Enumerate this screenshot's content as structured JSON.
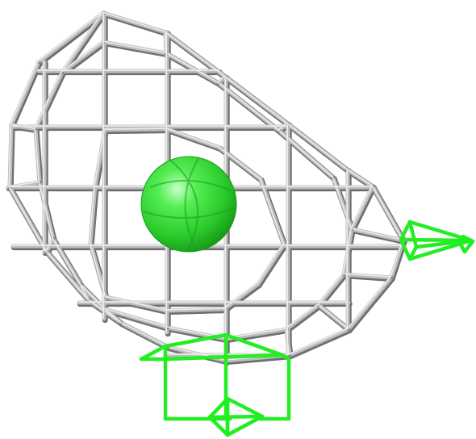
{
  "scene": {
    "background": "#ffffff",
    "cage": {
      "color": "#bdbdbd",
      "shadow_color": "#6f6f6f",
      "highlight_color": "#ececec",
      "style": "wireframe-tube"
    },
    "sphere": {
      "color": "#33dd33",
      "highlight_color": "#c8ffc8",
      "shadow_color": "#159a15",
      "name": "sphere"
    },
    "markers": [
      {
        "name": "camera-marker-right",
        "color": "#22ee22"
      },
      {
        "name": "camera-marker-bottom",
        "color": "#22ee22"
      }
    ]
  }
}
